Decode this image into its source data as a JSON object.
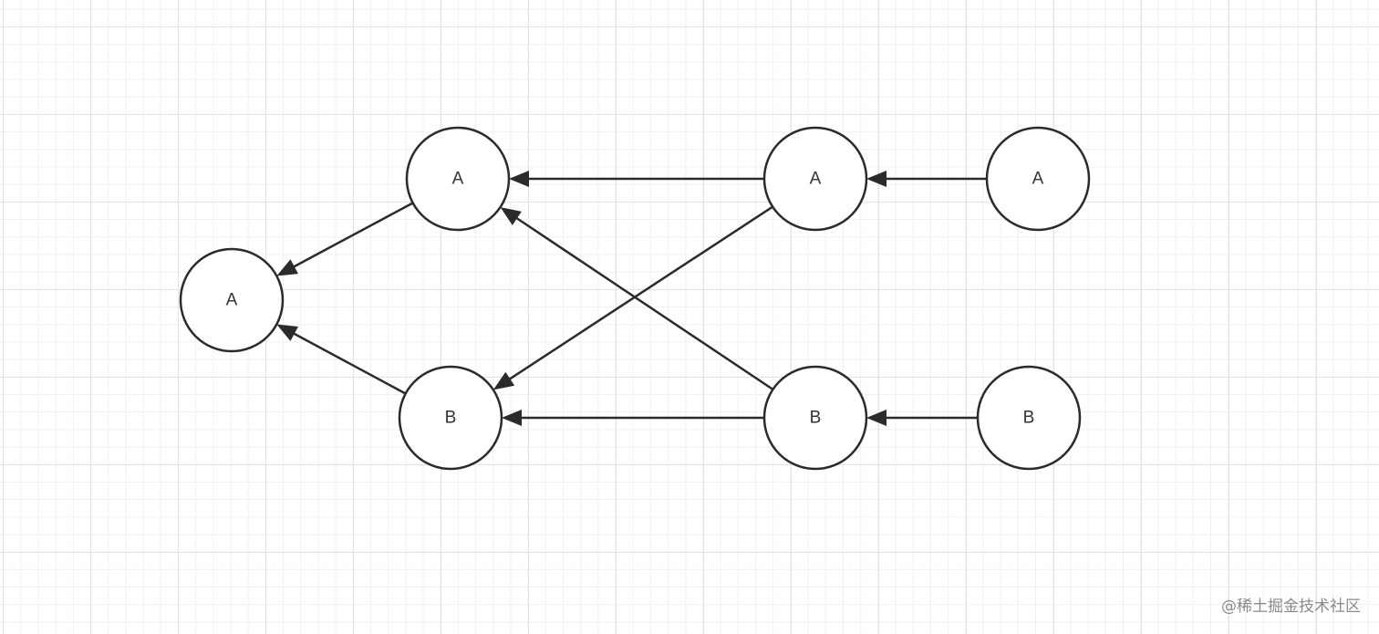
{
  "diagram": {
    "nodes": [
      {
        "id": "n1",
        "label": "A"
      },
      {
        "id": "n2",
        "label": "A"
      },
      {
        "id": "n3",
        "label": "B"
      },
      {
        "id": "n4",
        "label": "A"
      },
      {
        "id": "n5",
        "label": "B"
      },
      {
        "id": "n6",
        "label": "A"
      },
      {
        "id": "n7",
        "label": "B"
      }
    ],
    "edges": [
      {
        "from": "n2",
        "to": "n1"
      },
      {
        "from": "n3",
        "to": "n1"
      },
      {
        "from": "n4",
        "to": "n2"
      },
      {
        "from": "n5",
        "to": "n2"
      },
      {
        "from": "n4",
        "to": "n3"
      },
      {
        "from": "n5",
        "to": "n3"
      },
      {
        "from": "n6",
        "to": "n4"
      },
      {
        "from": "n7",
        "to": "n5"
      }
    ]
  },
  "watermark": "@稀土掘金技术社区",
  "colors": {
    "stroke": "#2b2b2b",
    "grid": "#e3e3e3",
    "watermark": "#8a8a8a"
  }
}
